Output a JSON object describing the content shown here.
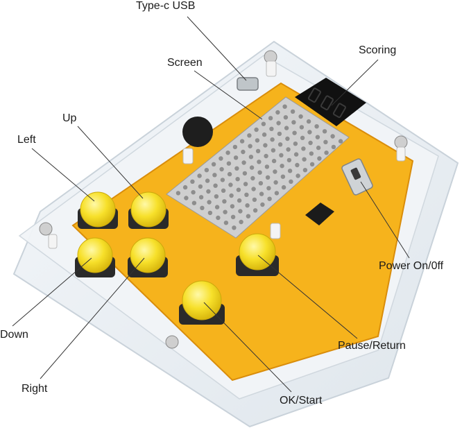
{
  "labels": {
    "usb": "Type-c USB",
    "screen": "Screen",
    "scoring": "Scoring",
    "up": "Up",
    "left": "Left",
    "down": "Down",
    "right": "Right",
    "ok": "OK/Start",
    "pause": "Pause/Return",
    "power": "Power On/0ff"
  },
  "colors": {
    "pcb": "#f6b31c",
    "pcb_edge": "#d98d0b",
    "button": "#f7e02a",
    "led": "#8d8d8d",
    "display": "#111111",
    "acrylic": "#e9eef2"
  }
}
